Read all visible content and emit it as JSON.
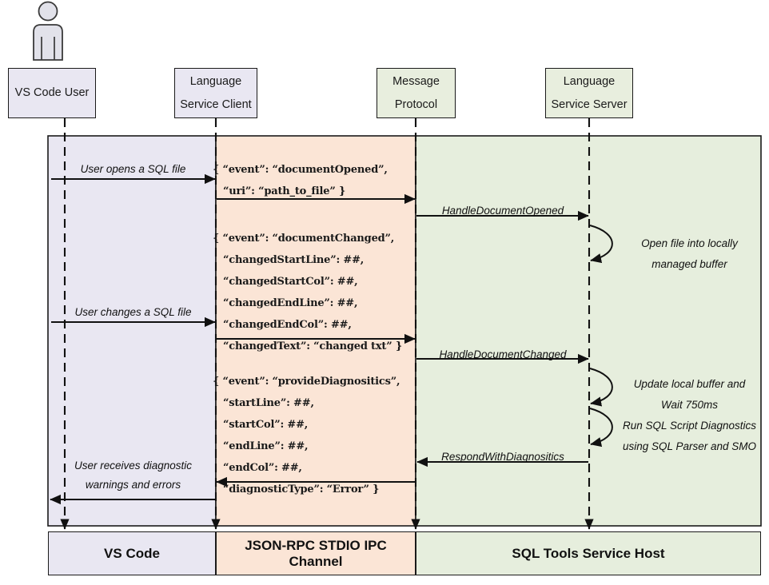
{
  "diagram": {
    "title": "VS Code SQL Tools language service sequence diagram",
    "colors": {
      "client_band": "#e9e7f2",
      "protocol_band": "#fbe5d6",
      "server_band": "#e6eedd",
      "stroke": "#1a1a1a",
      "actor_fill": "#e0e0e8"
    }
  },
  "actor": {
    "name": "user-actor-icon"
  },
  "lifelines": [
    {
      "id": "vs-code-user",
      "line1": "VS Code User",
      "line2": "",
      "fill": "#e9e7f2"
    },
    {
      "id": "language-service-client",
      "line1": "Language",
      "line2": "Service Client",
      "fill": "#e9e7f2"
    },
    {
      "id": "message-protocol",
      "line1": "Message",
      "line2": "Protocol",
      "fill": "#e8eede"
    },
    {
      "id": "language-service-server",
      "line1": "Language",
      "line2": "Service Server",
      "fill": "#e8eede"
    }
  ],
  "messages": {
    "user_opens": "User opens a SQL file",
    "user_changes": "User changes a SQL file",
    "user_receives_line1": "User receives diagnostic",
    "user_receives_line2": "warnings and errors",
    "handle_document_opened": "HandleDocumentOpened",
    "handle_document_changed": "HandleDocumentChanged",
    "respond_with_diagnostics": "RespondWithDiagnositics"
  },
  "json_payloads": {
    "document_opened": "{ “event”: “documentOpened”,\n   “uri”: “path_to_file” }",
    "document_changed": "{ “event”: “documentChanged”,\n   “changedStartLine”: ##,\n   “changedStartCol”: ##,\n   “changedEndLine”: ##,\n   “changedEndCol”: ##,\n   “changedText”: “changed txt” }",
    "provide_diagnostics": "{ “event”: “provideDiagnositics”,\n   “startLine”: ##,\n   “startCol”: ##,\n   “endLine”: ##,\n   “endCol”: ##,\n   “diagnosticType”: “Error” }"
  },
  "server_notes": {
    "open_buffer_line1": "Open file into locally",
    "open_buffer_line2": "managed buffer",
    "update_buffer_line1": "Update local buffer and",
    "update_buffer_line2": "Wait 750ms",
    "run_diagnostics_line1": "Run SQL Script Diagnostics",
    "run_diagnostics_line2": "using SQL Parser and SMO"
  },
  "footer": [
    {
      "id": "footer-vs-code",
      "label": "VS Code",
      "fill": "#e9e7f2"
    },
    {
      "id": "footer-json-rpc",
      "label": "JSON-RPC STDIO IPC Channel",
      "fill": "#fbe5d6"
    },
    {
      "id": "footer-sql-tools",
      "label": "SQL Tools Service Host",
      "fill": "#e6eedd"
    }
  ]
}
